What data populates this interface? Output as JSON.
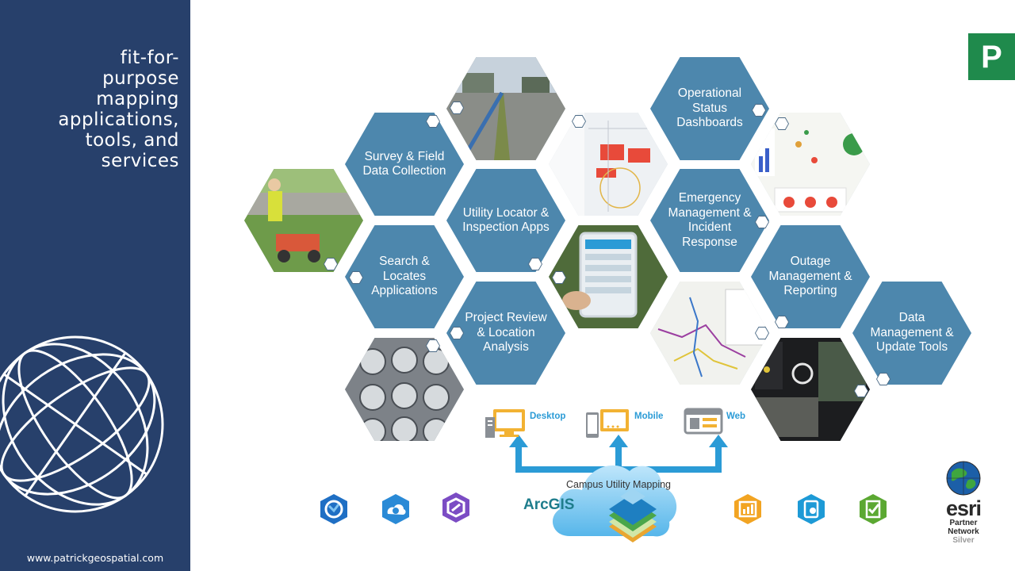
{
  "sidebar": {
    "tagline_lines": [
      "fit-for-",
      "purpose",
      "mapping",
      "applications,",
      "tools, and",
      "services"
    ],
    "website": "www.patrickgeospatial.com"
  },
  "logo": {
    "letter": "P",
    "color": "#1f8a4c"
  },
  "hexagons": [
    {
      "label": "Survey & Field Data Collection"
    },
    {
      "label": "Search & Locates Applications"
    },
    {
      "label": "Utility Locator & Inspection Apps"
    },
    {
      "label": "Project Review & Location Analysis"
    },
    {
      "label": "Operational Status Dashboards"
    },
    {
      "label": "Emergency Management & Incident Response"
    },
    {
      "label": "Outage Management & Reporting"
    },
    {
      "label": "Data Management & Update Tools"
    }
  ],
  "platforms": [
    {
      "label": "Desktop",
      "icon": "desktop-icon"
    },
    {
      "label": "Mobile",
      "icon": "mobile-icon"
    },
    {
      "label": "Web",
      "icon": "web-icon"
    }
  ],
  "cloud": {
    "title": "Campus Utility Mapping",
    "brand": "ArcGIS"
  },
  "app_icons": [
    "arcgis-pro-icon",
    "arcgis-online-icon",
    "arcgis-enterprise-icon",
    "dashboards-icon",
    "field-maps-icon",
    "survey123-icon"
  ],
  "esri": {
    "word": "esri",
    "line1": "Partner",
    "line2": "Network",
    "tier": "Silver"
  },
  "colors": {
    "sidebar": "#27406b",
    "hex_blue": "#4d87ad",
    "accent_blue": "#2b9bd6"
  }
}
